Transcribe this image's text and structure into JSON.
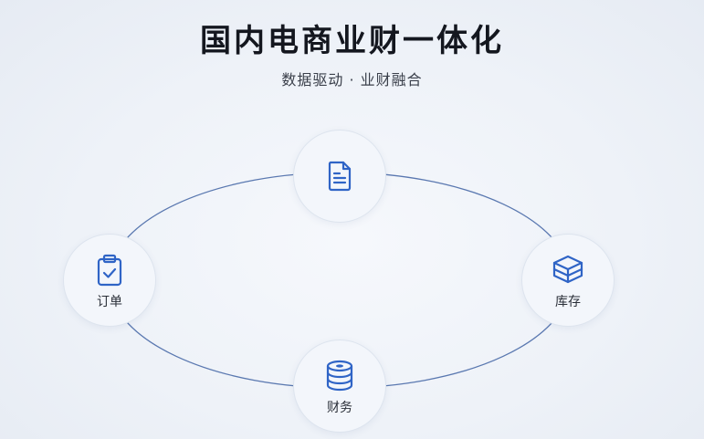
{
  "header": {
    "title": "国内电商业财一体化",
    "subtitle": "数据驱动 · 业财融合"
  },
  "colors": {
    "accent": "#2f64c6",
    "ring": "#5a78b0",
    "title": "#14171f"
  },
  "nodes": {
    "top": {
      "icon": "document-icon",
      "label": ""
    },
    "left": {
      "icon": "clipboard-check-icon",
      "label": "订单"
    },
    "right": {
      "icon": "inventory-box-icon",
      "label": "库存"
    },
    "bottom": {
      "icon": "database-icon",
      "label": "财务"
    }
  }
}
